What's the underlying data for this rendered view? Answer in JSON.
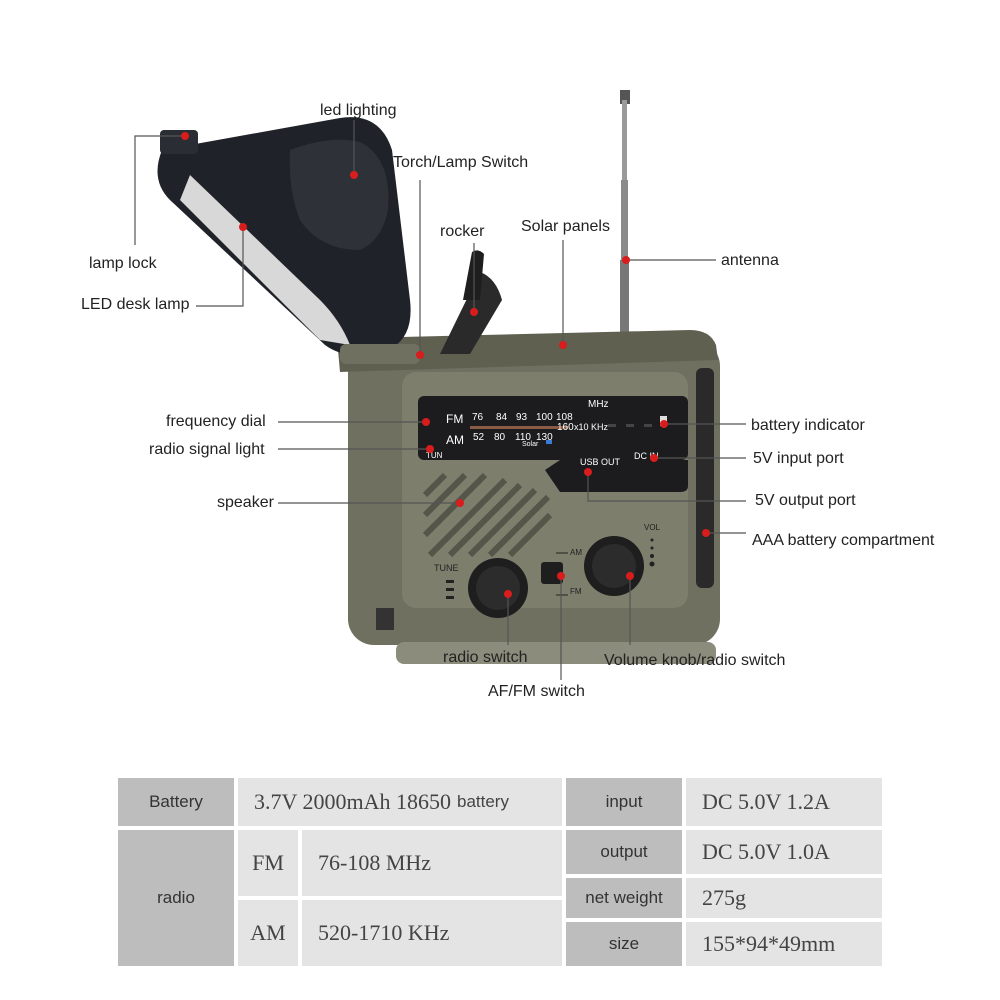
{
  "colors": {
    "body_green": "#6f705f",
    "panel_dark": "#1c1c1e",
    "accent_red": "#d91c1c",
    "table_header": "#bdbdbd",
    "table_cell": "#e4e4e4"
  },
  "callouts": {
    "led_lighting": "led lighting",
    "torch_switch": "Torch/Lamp Switch",
    "lamp_lock": "lamp lock",
    "rocker": "rocker",
    "solar_panels": "Solar panels",
    "antenna": "antenna",
    "led_desk_lamp": "LED desk lamp",
    "frequency_dial": "frequency dial",
    "radio_signal_light": "radio signal light",
    "battery_indicator": "battery indicator",
    "input_port": "5V input port",
    "speaker": "speaker",
    "output_port": "5V output port",
    "battery_compartment": "AAA battery compartment",
    "radio_switch": "radio switch",
    "volume_knob": "Volume knob/radio switch",
    "af_fm_switch": "AF/FM switch"
  },
  "device": {
    "fm_label": "FM",
    "fm_scale": [
      "76",
      "84",
      "93",
      "100",
      "108"
    ],
    "fm_unit": "MHz",
    "am_label": "AM",
    "am_scale": [
      "52",
      "80",
      "110",
      "130",
      "160"
    ],
    "am_unit": "x10 KHz",
    "tun_label": "TUN",
    "solar_label": "Solar",
    "usb_out": "USB OUT",
    "dc_in": "DC IN",
    "tune_label": "TUNE",
    "vol_label": "VOL",
    "switch_am": "AM",
    "switch_fm": "FM"
  },
  "specs": {
    "battery_label": "Battery",
    "battery_value": "3.7V 2000mAh 18650",
    "battery_suffix": "battery",
    "radio_label": "radio",
    "fm_band": "FM",
    "fm_range": "76-108 MHz",
    "am_band": "AM",
    "am_range": "520-1710 KHz",
    "input_label": "input",
    "input_value": "DC 5.0V 1.2A",
    "output_label": "output",
    "output_value": "DC 5.0V  1.0A",
    "weight_label": "net weight",
    "weight_value": "275g",
    "size_label": "size",
    "size_value": "155*94*49mm"
  }
}
